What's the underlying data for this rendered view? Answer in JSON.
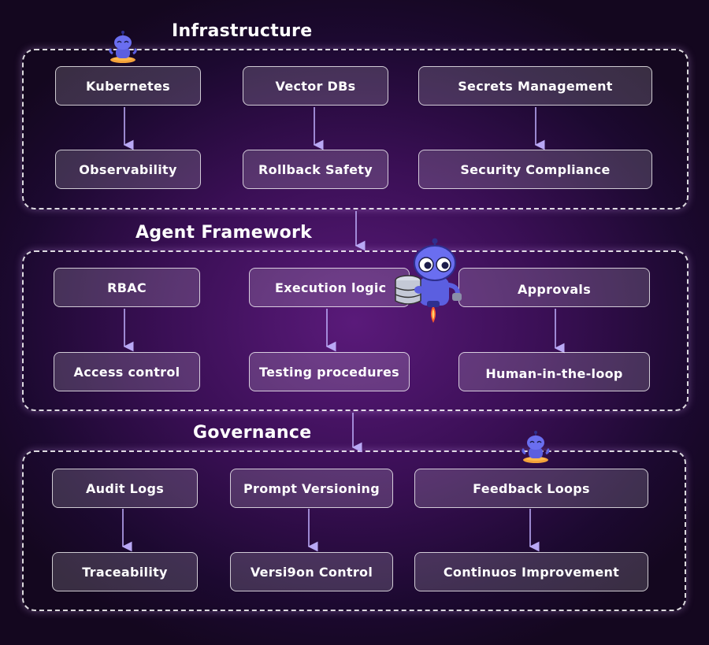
{
  "sections": {
    "infrastructure": {
      "title": "Infrastructure",
      "top": [
        "Kubernetes",
        "Vector DBs",
        "Secrets Management"
      ],
      "bottom": [
        "Observability",
        "Rollback Safety",
        "Security Compliance"
      ]
    },
    "agent_framework": {
      "title": "Agent Framework",
      "top": [
        "RBAC",
        "Execution logic",
        "Approvals"
      ],
      "bottom": [
        "Access control",
        "Testing procedures",
        "Human-in-the-loop"
      ]
    },
    "governance": {
      "title": "Governance",
      "top": [
        "Audit Logs",
        "Prompt Versioning",
        "Feedback Loops"
      ],
      "bottom": [
        "Traceability",
        "Versi9on Control",
        "Continuos Improvement"
      ]
    }
  },
  "colors": {
    "arrow": "#b9a8f5",
    "mascot_body": "#5b5fe0",
    "mascot_dark": "#2e2f8f",
    "flame": "#ff5a2a"
  },
  "icons": [
    "robot-mascot-icon",
    "database-icon"
  ]
}
